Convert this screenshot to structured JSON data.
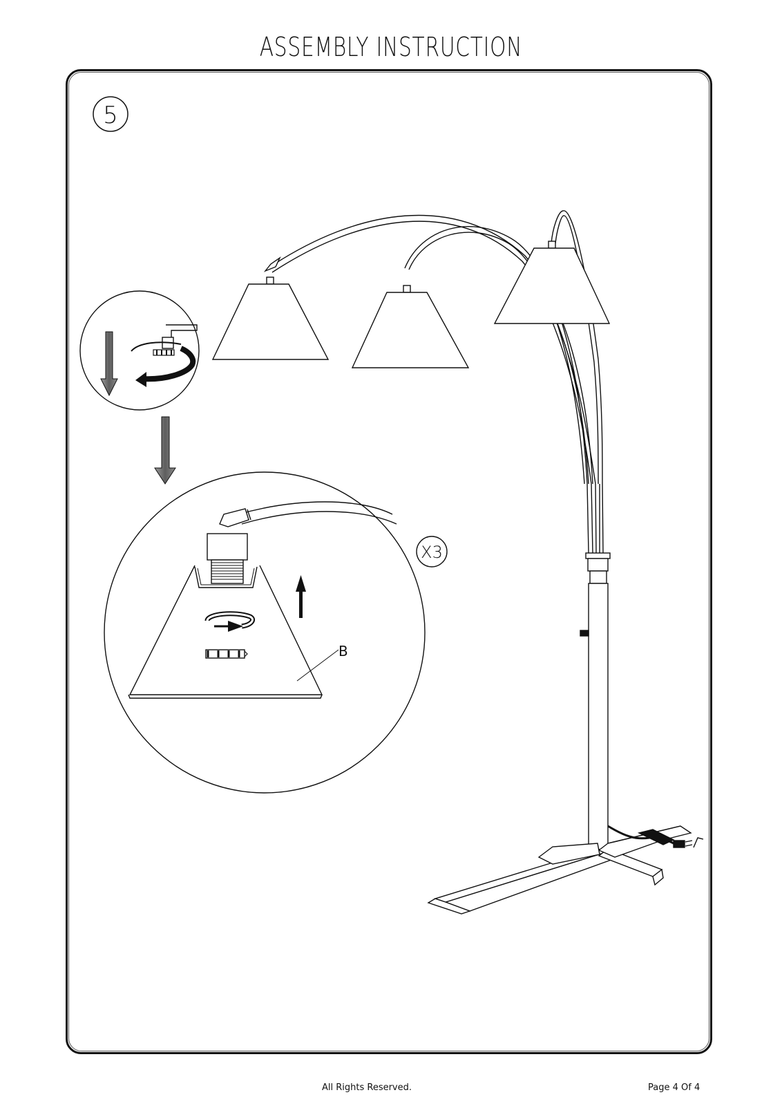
{
  "header": {
    "title": "ASSEMBLY INSTRUCTION"
  },
  "step": {
    "number": "5"
  },
  "detail": {
    "quantity": "X3",
    "part_label": "B"
  },
  "footer": {
    "copyright": "All Rights Reserved.",
    "page": "Page 4 Of 4"
  },
  "colors": {
    "ink": "#111111",
    "arrow_gray": "#6b6b6b"
  }
}
